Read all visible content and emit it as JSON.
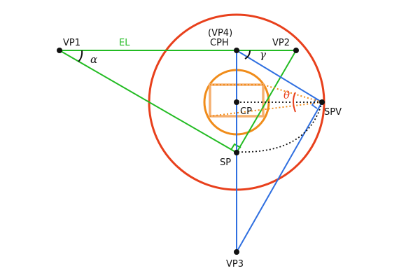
{
  "labels": {
    "vp1": "VP1",
    "vp2": "VP2",
    "vp3": "VP3",
    "vp4": "(VP4)",
    "cph": "CPH",
    "cp": "CP",
    "sp": "SP",
    "spv": "SPV",
    "el": "EL",
    "alpha": "α",
    "gamma": "γ",
    "theta": "θ"
  },
  "colors": {
    "green": "#22bb22",
    "blue": "#2f6fe0",
    "red_orange": "#e8401c",
    "orange": "#f08c1a",
    "light_orange": "#f5b070",
    "black": "#111111"
  }
}
